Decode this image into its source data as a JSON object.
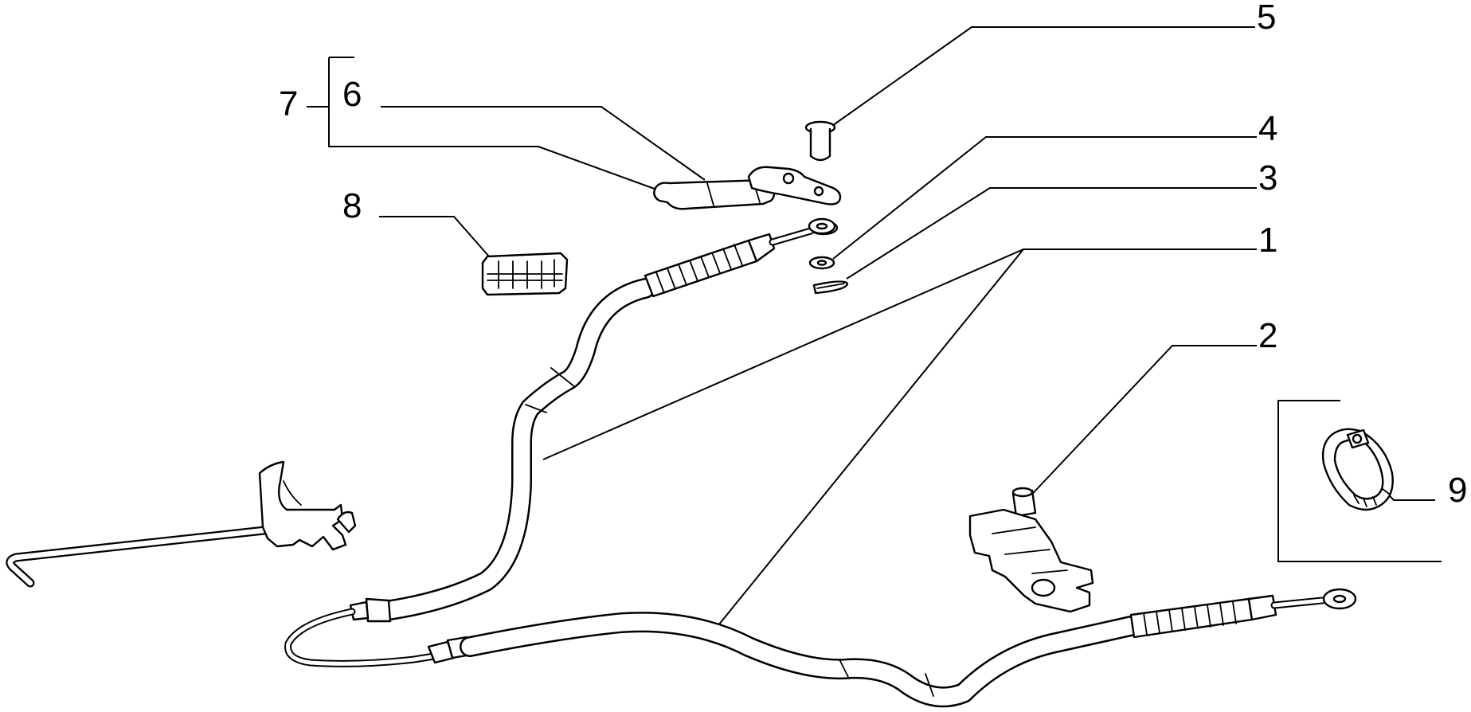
{
  "diagram": {
    "callouts": [
      "1",
      "2",
      "3",
      "4",
      "5",
      "6",
      "7",
      "8",
      "9"
    ],
    "colors": {
      "line": "#000000",
      "background": "#ffffff"
    }
  }
}
